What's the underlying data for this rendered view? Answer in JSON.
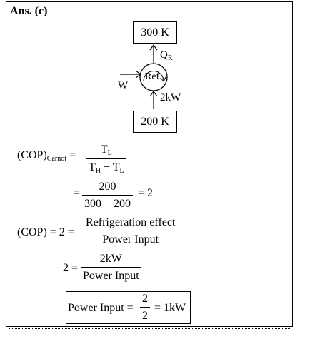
{
  "answer_label": "Ans. (c)",
  "diagram": {
    "hot_reservoir": "300 K",
    "cold_reservoir": "200 K",
    "device": "Ref.",
    "work_label": "W",
    "heat_rejected": "Q",
    "heat_rejected_sub": "R",
    "heat_absorbed": "2kW"
  },
  "eq1": {
    "lhs": "(COP)",
    "lhs_sub": "Carnot",
    "equals": "=",
    "num": "T",
    "num_sub": "L",
    "den_t1": "T",
    "den_t1_sub": "H",
    "den_minus": "− T",
    "den_t2_sub": "L"
  },
  "eq2": {
    "equals": "=",
    "num": "200",
    "den": "300 − 200",
    "result": "= 2"
  },
  "eq3": {
    "lhs": "(COP) = 2 =",
    "num": "Refrigeration effect",
    "den": "Power Input"
  },
  "eq4": {
    "lhs": "2 =",
    "num": "2kW",
    "den": "Power Input"
  },
  "eq5": {
    "lhs": "Power Input =",
    "num": "2",
    "den": "2",
    "result": "= 1kW"
  }
}
